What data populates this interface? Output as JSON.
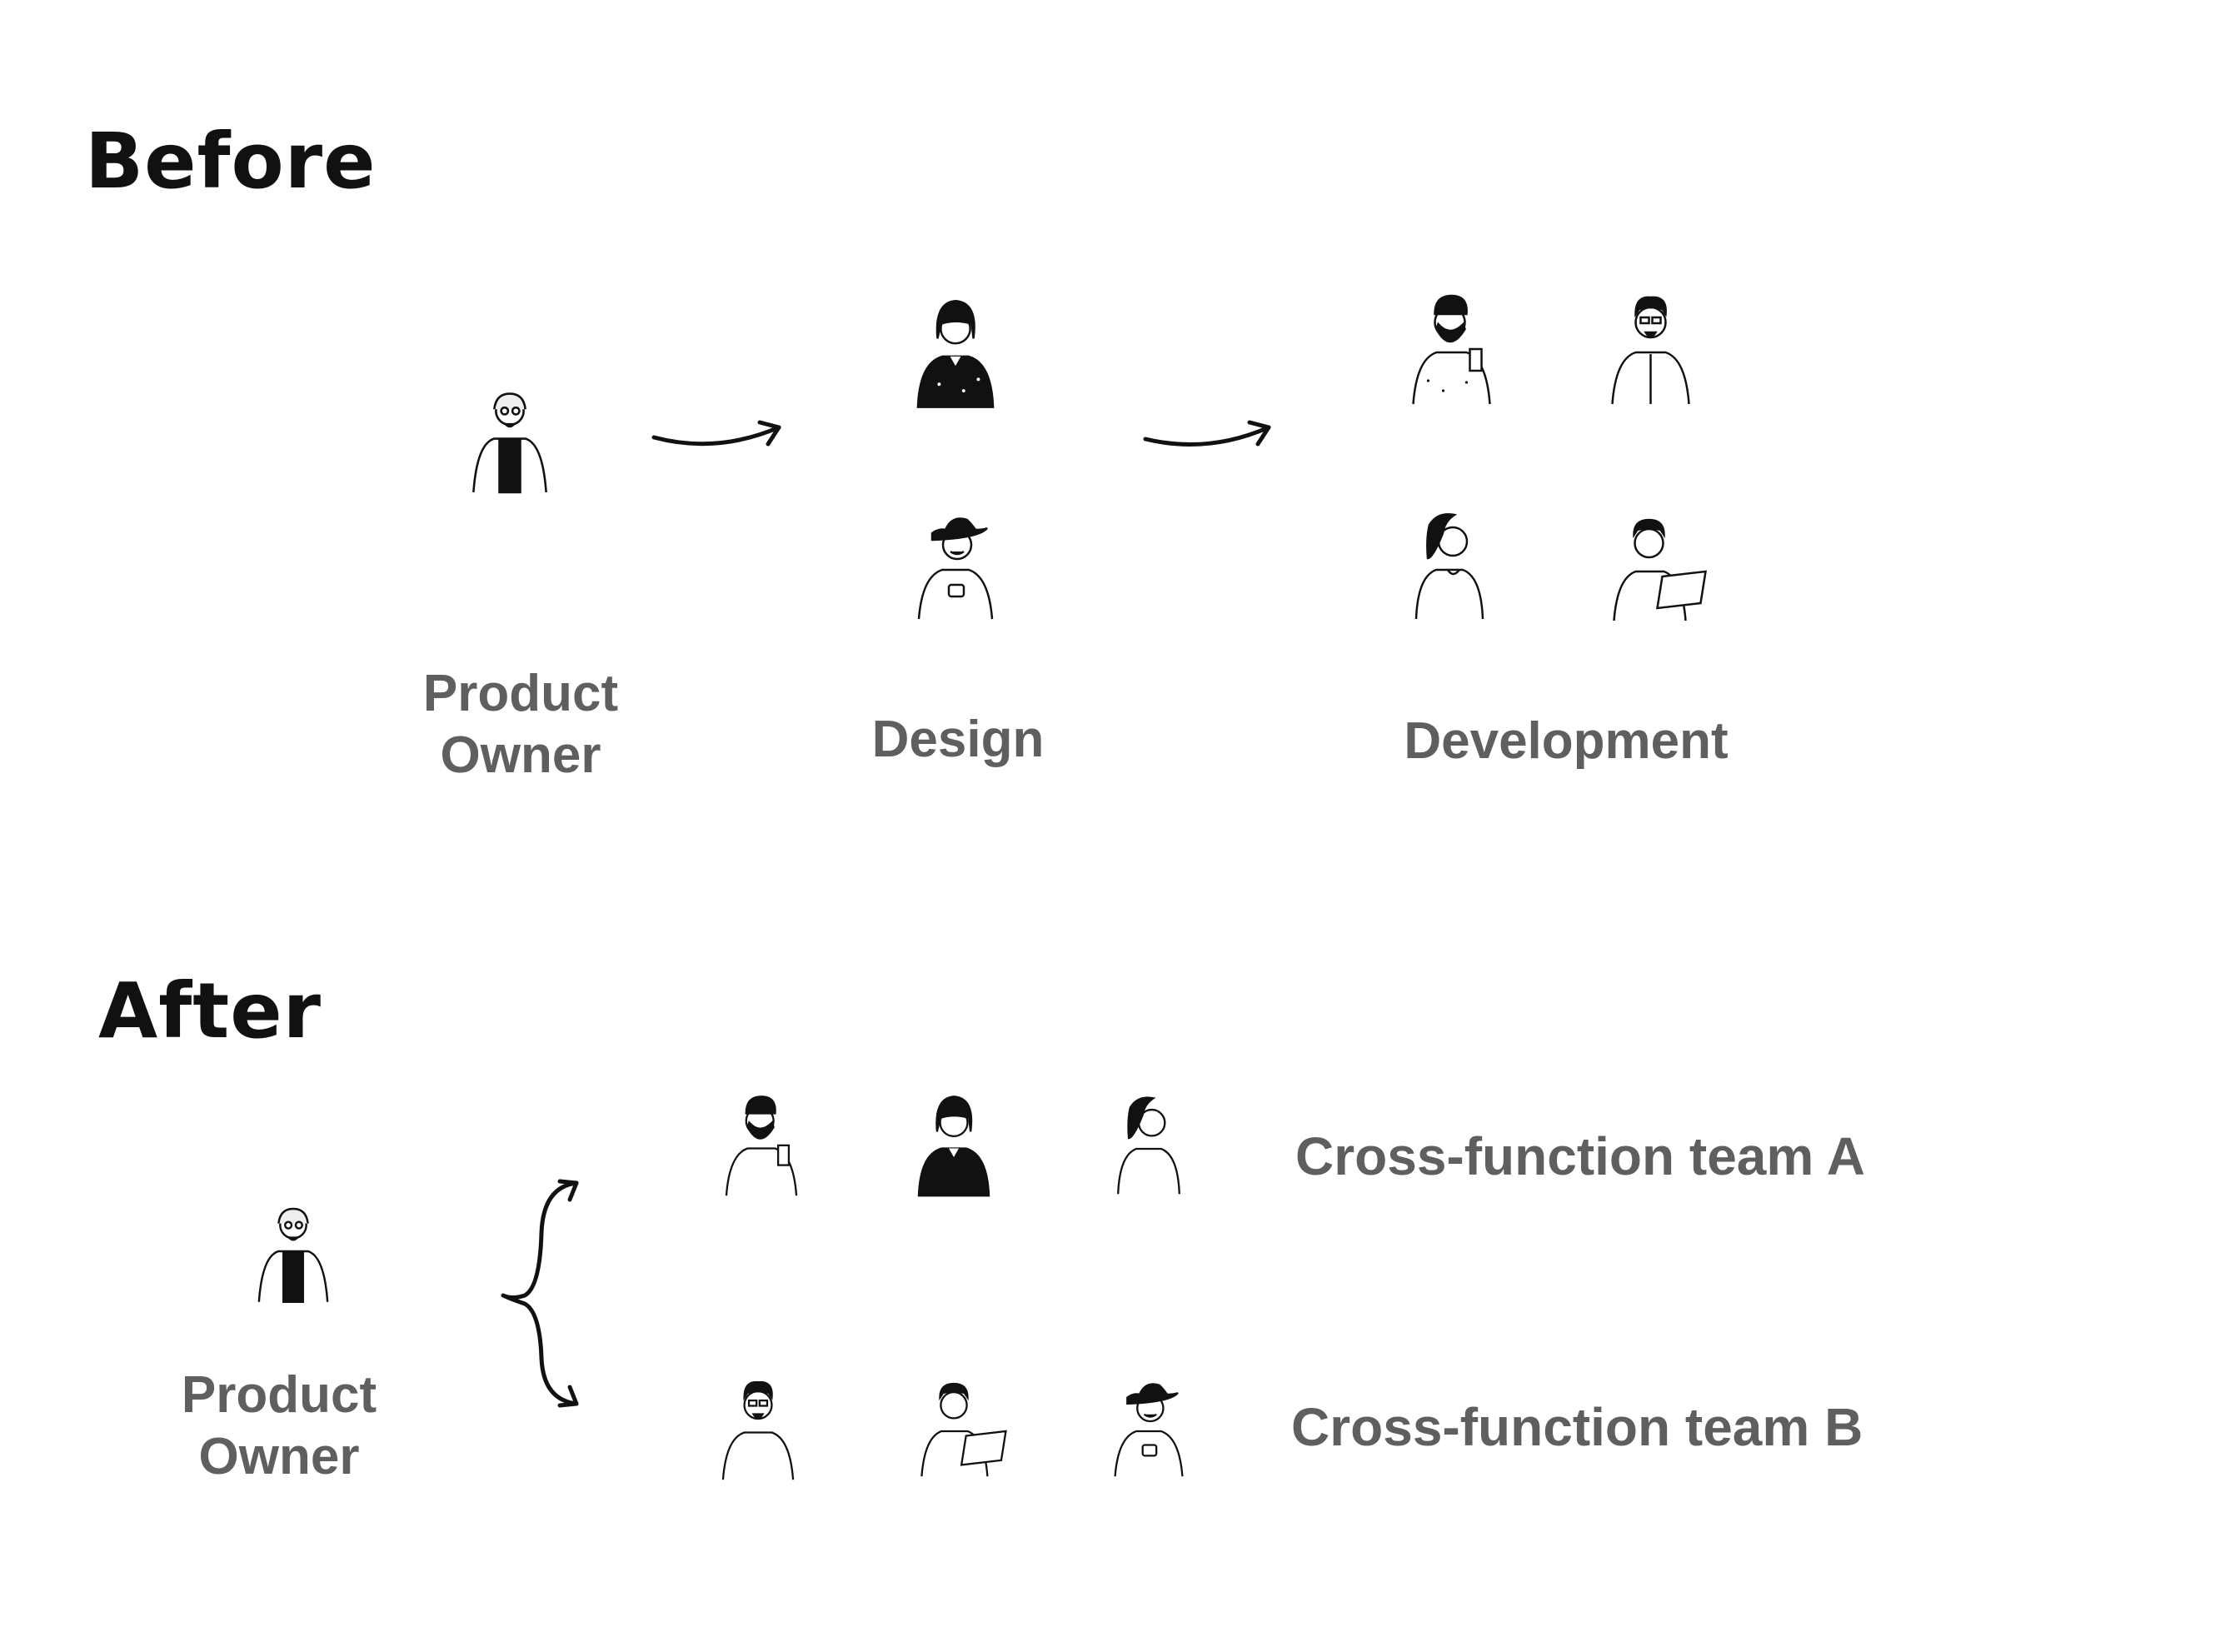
{
  "before": {
    "heading": "Before",
    "roles": {
      "product_owner_line1": "Product",
      "product_owner_line2": "Owner",
      "design": "Design",
      "development": "Development"
    }
  },
  "after": {
    "heading": "After",
    "product_owner_line1": "Product",
    "product_owner_line2": "Owner",
    "team_a": "Cross-function team A",
    "team_b": "Cross-function team B"
  },
  "colors": {
    "heading": "#111111",
    "label": "#5f5f5f",
    "ink": "#111111"
  }
}
